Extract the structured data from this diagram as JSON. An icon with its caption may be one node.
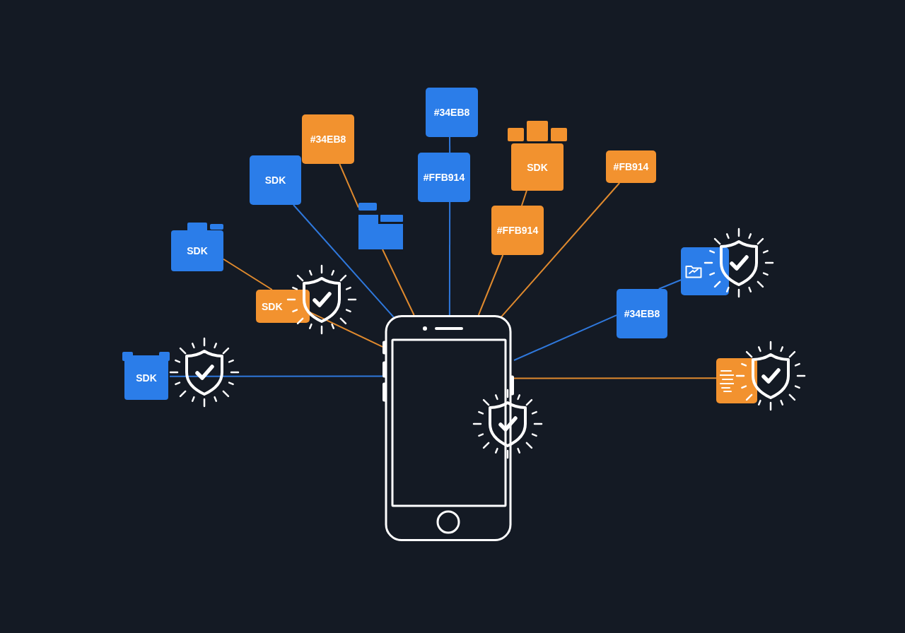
{
  "diagram": {
    "nodes": [
      {
        "text": [
          "#34EB8"
        ]
      },
      {
        "text": [
          "#34EB8"
        ]
      },
      {
        "text": [
          "SDK"
        ]
      },
      {
        "text": [
          "#FB914"
        ]
      },
      {
        "text": [
          "SDK"
        ]
      },
      {
        "text": [
          "#FFB914"
        ]
      },
      {
        "text": [],
        "shape": "picture"
      },
      {
        "text": [
          "#FFB914"
        ]
      },
      {
        "text": [
          "SDK"
        ]
      },
      {
        "text": [],
        "shape": "box"
      },
      {
        "text": [
          "SDK"
        ]
      },
      {
        "text": [
          "#34EB8"
        ]
      },
      {
        "text": [
          "SDK"
        ]
      },
      {
        "text": [],
        "shape": "box"
      },
      {
        "text": [],
        "shape": "picture"
      }
    ],
    "edges": [
      {
        "from": 0,
        "to": 5,
        "arrow": "none",
        "color": "#2f78dc"
      },
      {
        "from": 5,
        "to": 14,
        "arrow": "none",
        "color": "#2f78dc"
      },
      {
        "from": 1,
        "to": 6,
        "arrow": "none"
      },
      {
        "from": 6,
        "to": 14,
        "arrow": "none"
      },
      {
        "from": 4,
        "to": 14,
        "arrow": "none",
        "color": "#2f78dc"
      },
      {
        "from": 2,
        "to": 7,
        "arrow": "none"
      },
      {
        "from": 7,
        "to": 14,
        "arrow": "none"
      },
      {
        "from": 3,
        "to": 14,
        "arrow": "none"
      },
      {
        "from": 8,
        "to": 10,
        "arrow": "none"
      },
      {
        "from": 10,
        "to": 14,
        "arrow": "none"
      },
      {
        "from": 12,
        "to": 14,
        "arrow": "none",
        "color": "#2f78dc"
      },
      {
        "from": 9,
        "to": 11,
        "arrow": "none",
        "color": "#2f78dc"
      },
      {
        "from": 11,
        "to": 14,
        "arrow": "none",
        "color": "#2f78dc"
      },
      {
        "from": 13,
        "to": 14,
        "arrow": "none"
      }
    ]
  }
}
